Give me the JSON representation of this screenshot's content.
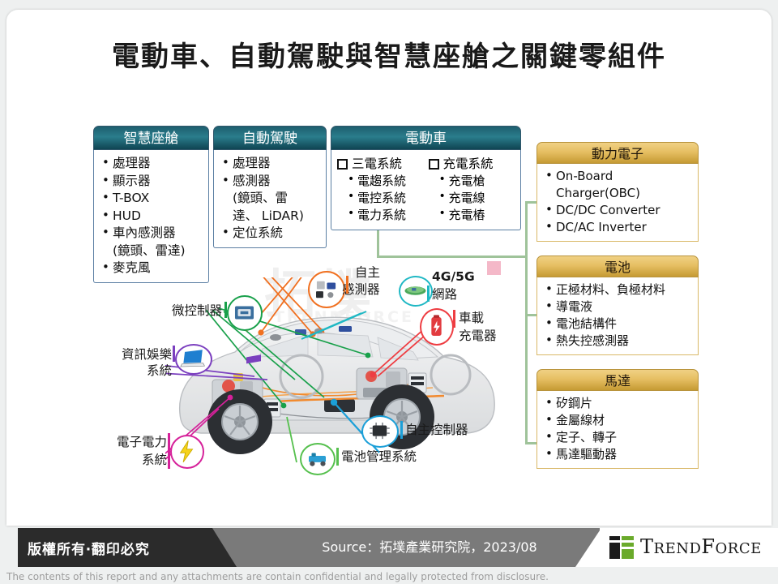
{
  "title": "電動車、自動駕駛與智慧座艙之關鍵零組件",
  "watermark": {
    "cn": "拓墣",
    "en": "TRENDFORCE"
  },
  "boxes": {
    "smart_cockpit": {
      "header": "智慧座艙",
      "items": [
        "處理器",
        "顯示器",
        "T-BOX",
        "HUD",
        "車內感測器",
        "(鏡頭、雷達)",
        "麥克風"
      ],
      "nobullet_indexes": [
        5
      ]
    },
    "autonomous": {
      "header": "自動駕駛",
      "items": [
        "處理器",
        "感測器",
        "(鏡頭、雷",
        "達、 LiDAR)",
        "定位系統"
      ],
      "nobullet_indexes": [
        2,
        3
      ]
    },
    "ev": {
      "header": "電動車",
      "groups": [
        {
          "label": "三電系統",
          "items": [
            "電趨系統",
            "電控系統",
            "電力系統"
          ]
        },
        {
          "label": "充電系統",
          "items": [
            "充電槍",
            "充電線",
            "充電樁"
          ]
        }
      ]
    },
    "power_electronics": {
      "header": "動力電子",
      "items": [
        "On-Board",
        "Charger(OBC)",
        "DC/DC Converter",
        "DC/AC Inverter"
      ],
      "nobullet_indexes": [
        1
      ]
    },
    "battery": {
      "header": "電池",
      "items": [
        "正極材料、負極材料",
        "導電液",
        "電池結構件",
        "熱失控感測器"
      ],
      "nobullet_indexes": []
    },
    "motor": {
      "header": "馬達",
      "items": [
        "矽鋼片",
        "金屬線材",
        "定子、轉子",
        "馬達驅動器"
      ],
      "nobullet_indexes": []
    }
  },
  "diagram": {
    "labels": {
      "mcu": "微控制器",
      "infotainment_l1": "資訊娛樂",
      "infotainment_l2": "系統",
      "power_electronics_l1": "電子電力",
      "power_electronics_l2": "系統",
      "autonomous_sensor_l1": "自主",
      "autonomous_sensor_l2": "感測器",
      "network_l1": "4G/5G",
      "network_l2": "網路",
      "onboard_charger_l1": "車載",
      "onboard_charger_l2": "充電器",
      "autonomous_controller": "自主控制器",
      "bms": "電池管理系統"
    },
    "colors": {
      "mcu": "#18a04a",
      "infotainment": "#7b3fbf",
      "power_electronics": "#d6219a",
      "autonomous_sensor": "#f07020",
      "network": "#1fb8c4",
      "onboard_charger": "#ee3d42",
      "autonomous_controller": "#1b9fd8",
      "bms": "#56c04e",
      "pink_square": "#f4b8c8"
    }
  },
  "footer": {
    "copyright": "版權所有‧翻印必究",
    "source": "Source：拓墣產業研究院，2023/08",
    "logo_text_a": "T",
    "logo_text_b": "REND",
    "logo_text_c": "F",
    "logo_text_d": "ORCE",
    "disclaimer": "The contents of this report and any attachments are contain confidential and legally protected from disclosure."
  }
}
